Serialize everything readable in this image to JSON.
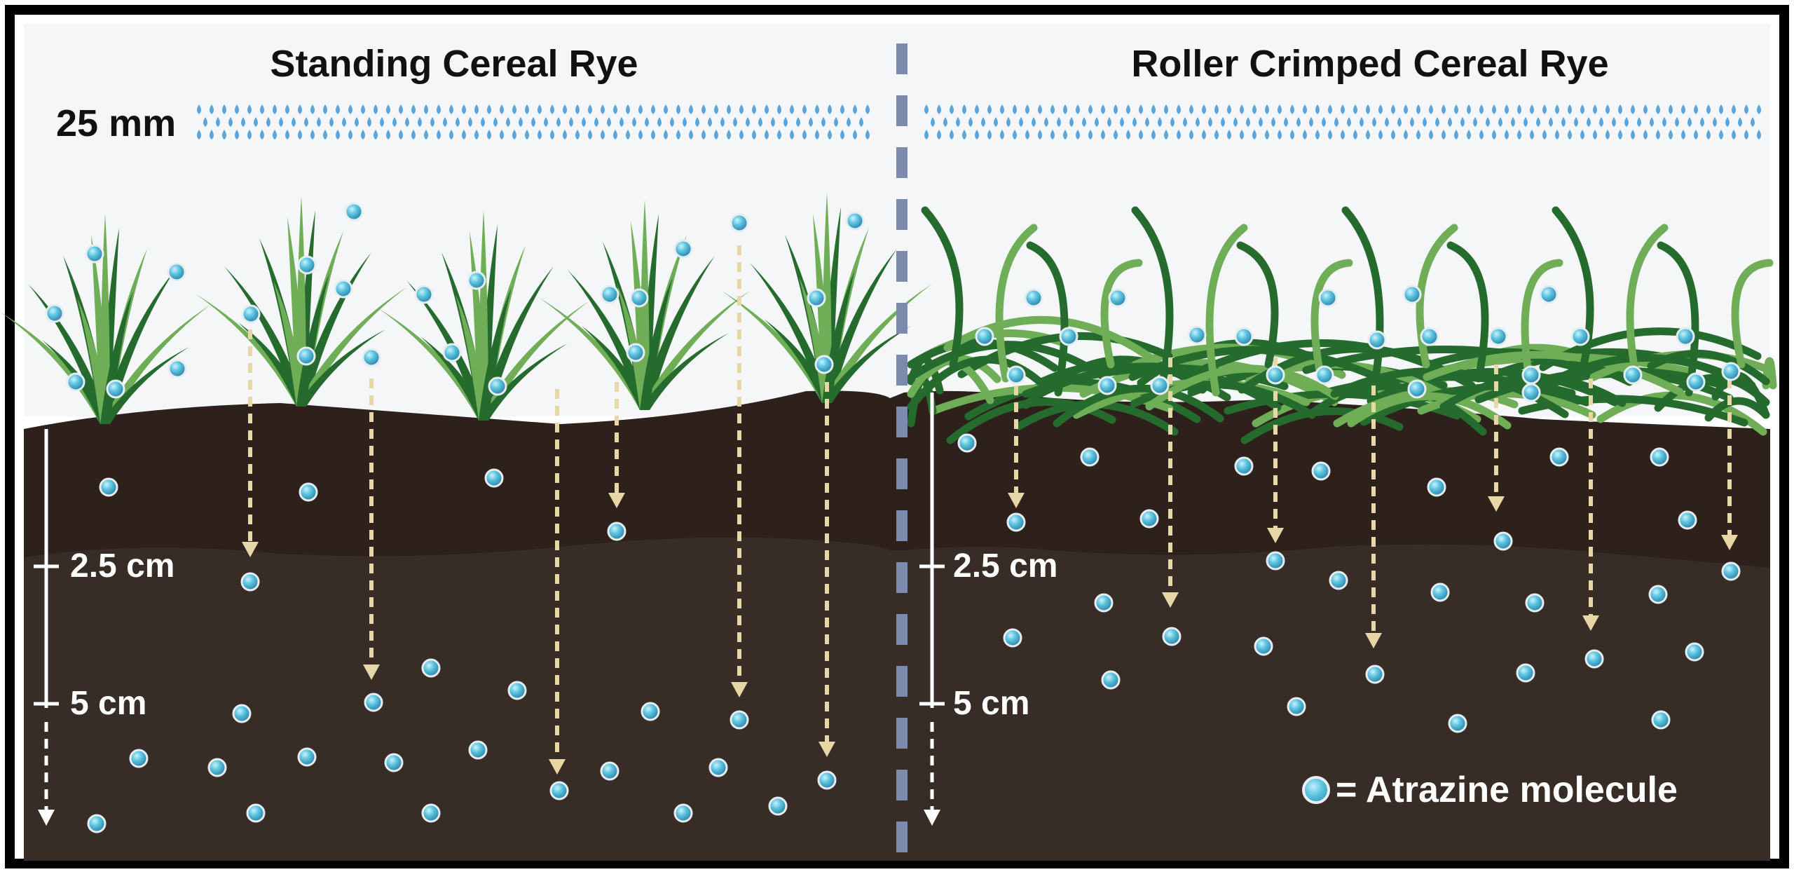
{
  "panels": {
    "left": {
      "title": "Standing Cereal Rye"
    },
    "right": {
      "title": "Roller Crimped Cereal Rye"
    }
  },
  "rainfall": {
    "label": "25 mm"
  },
  "depth_markers": {
    "left": [
      "2.5 cm",
      "5 cm"
    ],
    "right": [
      "2.5 cm",
      "5 cm"
    ]
  },
  "legend": {
    "label": "= Atrazine molecule",
    "icon": "atrazine-molecule-icon"
  },
  "colors": {
    "sky": "#f4f6f8",
    "soil_top": "#2e211b",
    "soil_deep": "#372c26",
    "grass_dark": "#256b2d",
    "grass_light": "#6fae57",
    "molecule": "#5cc3de",
    "rain": "#5aa5dc",
    "arrow": "#e8d7a6",
    "divider": "#7c8aad",
    "frame": "#000000"
  }
}
